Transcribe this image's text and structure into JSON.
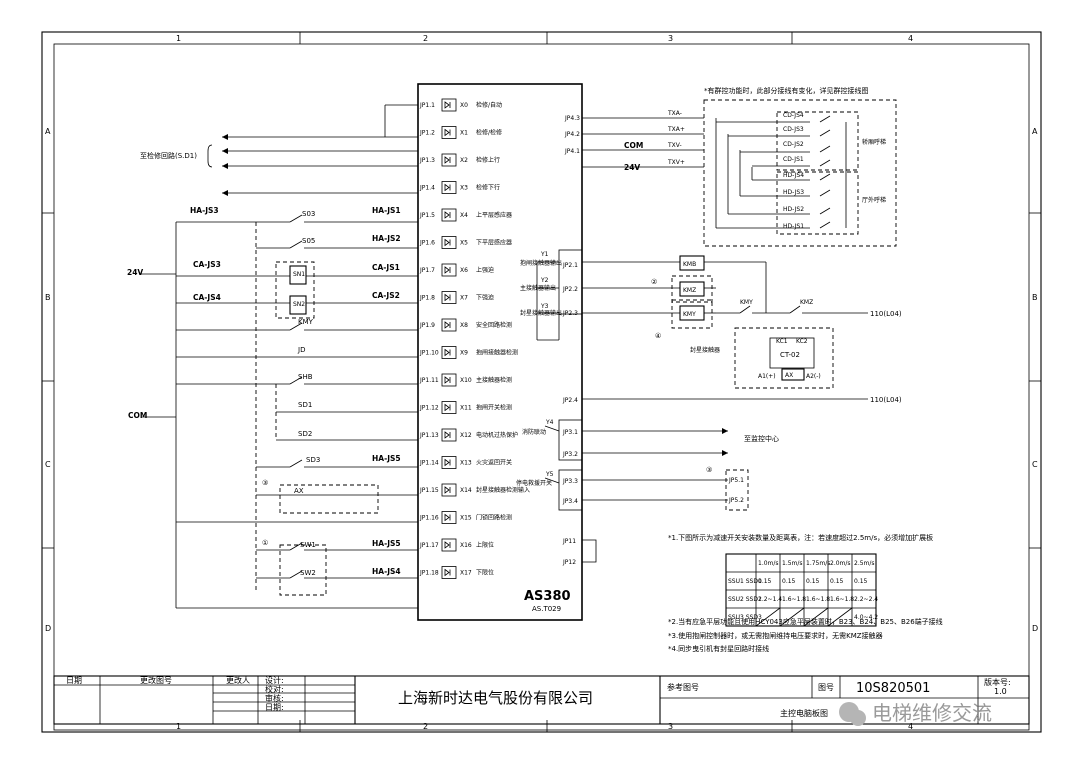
{
  "frame": {
    "columns": [
      "1",
      "2",
      "3",
      "4"
    ],
    "rows": [
      "A",
      "B",
      "C",
      "D"
    ]
  },
  "board": {
    "name": "AS380",
    "model": "AS.T029"
  },
  "left_inputs": [
    {
      "pin": "JP1.1",
      "num": "X0",
      "desc": "检修/自动"
    },
    {
      "pin": "JP1.2",
      "num": "X1",
      "desc": "检修/检修"
    },
    {
      "pin": "JP1.3",
      "num": "X2",
      "desc": "检修上行"
    },
    {
      "pin": "JP1.4",
      "num": "X3",
      "desc": "检修下行"
    },
    {
      "pin": "JP1.5",
      "num": "X4",
      "desc": "上平层感应器"
    },
    {
      "pin": "JP1.6",
      "num": "X5",
      "desc": "下平层感应器"
    },
    {
      "pin": "JP1.7",
      "num": "X6",
      "desc": "上强迫"
    },
    {
      "pin": "JP1.8",
      "num": "X7",
      "desc": "下强迫"
    },
    {
      "pin": "JP1.9",
      "num": "X8",
      "desc": "安全回路检测"
    },
    {
      "pin": "JP1.10",
      "num": "X9",
      "desc": "抱闸接触器检测"
    },
    {
      "pin": "JP1.11",
      "num": "X10",
      "desc": "主接触器检测"
    },
    {
      "pin": "JP1.12",
      "num": "X11",
      "desc": "抱闸开关检测"
    },
    {
      "pin": "JP1.13",
      "num": "X12",
      "desc": "电动机过热保护"
    },
    {
      "pin": "JP1.14",
      "num": "X13",
      "desc": "火灾返回开关"
    },
    {
      "pin": "JP1.15",
      "num": "X14",
      "desc": "封星接触器检测输入"
    },
    {
      "pin": "JP1.16",
      "num": "X15",
      "desc": "门锁回路检测"
    },
    {
      "pin": "JP1.17",
      "num": "X16",
      "desc": "上限位"
    },
    {
      "pin": "JP1.18",
      "num": "X17",
      "desc": "下限位"
    }
  ],
  "left_device_labels": {
    "door_lock_bus": "至检修回路(S.D1)",
    "ha_js3": "HA-JS3",
    "s03": "S03",
    "s05": "S05",
    "ha_js1": "HA-JS1",
    "ha_js2": "HA-JS2",
    "ha_js5": "HA-JS5",
    "ha_js4": "HA-JS4",
    "ca_js3": "CA-JS3",
    "ca_js1": "CA-JS1",
    "ca_js2": "CA-JS2",
    "ca_js4": "CA-JS4",
    "sn1": "SN1",
    "sn2": "SN2",
    "v24": "24V",
    "com": "COM",
    "ks_label": "KMY",
    "jd_label": "JD",
    "shb_label": "SHB",
    "sd1_label": "SD1",
    "sd2_label": "SD2",
    "sd3_label": "SD3",
    "s1_label": "SW1",
    "s2_label": "SW2",
    "ax_label": "AX"
  },
  "right_ports": [
    {
      "pin": "JP4.3",
      "sig": "TXA-"
    },
    {
      "pin": "JP4.2",
      "sig": "TXA+"
    },
    {
      "pin": "JP4.1",
      "sig": "TXV-"
    },
    {
      "pin": "",
      "sig": "TXV+"
    }
  ],
  "right_labels": {
    "com": "COM",
    "v24": "24V",
    "note_top": "*有群控功能时，此部分接线有变化，详见群控接线图",
    "car_call": "轿厢呼梯",
    "hall_call": "厅外呼梯",
    "cd_js4": "CD-JS4",
    "cd_js3": "CD-JS3",
    "cd_js2": "CD-JS2",
    "cd_js1": "CD-JS1",
    "hd_js4": "HD-JS4",
    "hd_js3": "HD-JS3",
    "hd_js2": "HD-JS2",
    "hd_js1": "HD-JS1",
    "jp2_1": "JP2.1",
    "jp2_2": "JP2.2",
    "jp2_3": "JP2.3",
    "jp2_4": "JP2.4",
    "jp3_1": "JP3.1",
    "jp3_2": "JP3.2",
    "jp3_3": "JP3.3",
    "jp3_4": "JP3.4",
    "jp5_1": "JP5.1",
    "jp5_2": "JP5.2",
    "y_brake": "抱闸接触器输出",
    "y_main": "主接触器输出",
    "y_star": "封星接触器输出",
    "y_fire": "消防联动",
    "y_monitor": "至监控中心",
    "y_emergency": "停电救援开关",
    "kmb": "KMB",
    "kmz": "KMZ",
    "kmy": "KMY",
    "ax": "AX",
    "kmy_contact": "KMY",
    "kmz_contact": "KMZ",
    "out_110a": "110(L04)",
    "out_110b": "110(L04)",
    "star_box": "封星接触器",
    "ct": "CT-02",
    "kc1": "KC1",
    "kc2": "KC2",
    "a1": "A1(+)",
    "a2": "A2(-)",
    "y1": "Y1",
    "y2": "Y2",
    "y3": "Y3",
    "y4": "Y4",
    "y5": "Y5",
    "c1": "①",
    "c2": "②",
    "c3": "③",
    "c4": "④",
    "jp11": "JP11",
    "jp12": "JP12"
  },
  "notes": [
    "*1.下图所示为减速开关安装数量及距离表，注：若速度超过2.5m/s，必须增加扩展板",
    "*2.当有应急平层功能且使用HCY043应急平层装置时，B23、B24、B25、B26端子接线",
    "*3.使用抱闸控制器时，或无需抱闸维持电压要求时，无需KMZ接触器",
    "*4.同步曳引机有封星回路时接线"
  ],
  "speed_table": {
    "header": [
      "",
      "1.0m/s",
      "1.5m/s",
      "1.75m/s",
      "2.0m/s",
      "2.5m/s"
    ],
    "rows": [
      [
        "SSU1 SSD1",
        "0.15",
        "0.15",
        "0.15",
        "0.15",
        "0.15"
      ],
      [
        "SSU2 SSD2",
        "1.2~1.4",
        "1.6~1.8",
        "1.6~1.8",
        "1.6~1.8",
        "2.2~2.4"
      ],
      [
        "SSU3 SSD3",
        "",
        "",
        "",
        "",
        "4.0~4.2"
      ]
    ]
  },
  "title_block": {
    "company": "上海新时达电气股份有限公司",
    "date_label": "日期",
    "change_no_label": "更改图号",
    "changer_label": "更改人",
    "design_label": "设计:",
    "check_label": "校对:",
    "review_label": "审核:",
    "date2_label": "日期:",
    "ref_drawing_label": "参考图号",
    "drawing_no_label": "图号",
    "drawing_no": "10S820501",
    "version_label": "版本号:",
    "version": "1.0",
    "drawing_name": "主控电脑板图"
  },
  "watermark": {
    "text": "电梯维修交流"
  }
}
